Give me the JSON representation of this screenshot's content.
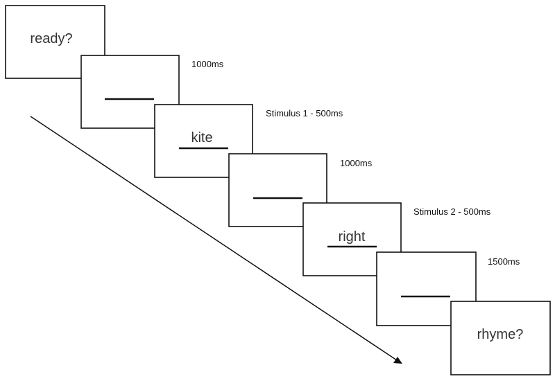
{
  "screens": [
    {
      "word": "ready?"
    },
    {
      "word": ""
    },
    {
      "word": "kite"
    },
    {
      "word": ""
    },
    {
      "word": "right"
    },
    {
      "word": ""
    },
    {
      "word": "rhyme?"
    }
  ],
  "timings": [
    "1000ms",
    "Stimulus 1 - 500ms",
    "1000ms",
    "Stimulus 2 - 500ms",
    "1500ms"
  ]
}
